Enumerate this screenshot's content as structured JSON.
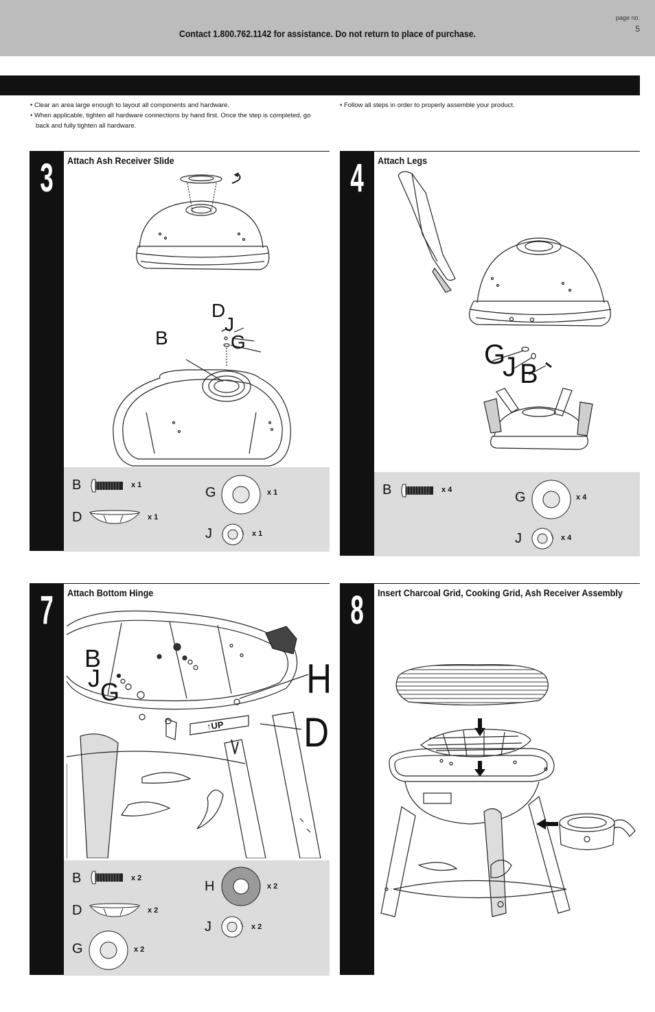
{
  "header": {
    "contact": "Contact 1.800.762.1142 for assistance. Do not return to place of purchase.",
    "page_label": "page no.",
    "page_number": "5"
  },
  "notes": {
    "left": [
      "• Clear an area large enough to layout all components and hardware.",
      "• When applicable, tighten all hardware connections by hand first. Once the step is completed, go back and fully tighten all hardware."
    ],
    "right": [
      "• Follow all steps in order to properly assemble your product."
    ]
  },
  "steps": {
    "s3": {
      "number": "3",
      "title": "Attach Ash Receiver Slide",
      "labels": [
        "D",
        "J",
        "B",
        "G"
      ],
      "hardware": [
        {
          "letter": "B",
          "qty": "x 1"
        },
        {
          "letter": "D",
          "qty": "x 1"
        },
        {
          "letter": "G",
          "qty": "x 1"
        },
        {
          "letter": "J",
          "qty": "x 1"
        }
      ]
    },
    "s4": {
      "number": "4",
      "title": "Attach Legs",
      "labels": [
        "G",
        "J",
        "B"
      ],
      "hardware": [
        {
          "letter": "B",
          "qty": "x 4"
        },
        {
          "letter": "G",
          "qty": "x 4"
        },
        {
          "letter": "J",
          "qty": "x 4"
        }
      ]
    },
    "s7": {
      "number": "7",
      "title": "Attach Bottom Hinge",
      "labels": [
        "B",
        "J",
        "G",
        "H",
        "D"
      ],
      "stamp": "↑UP",
      "hardware": [
        {
          "letter": "B",
          "qty": "x 2"
        },
        {
          "letter": "D",
          "qty": "x 2"
        },
        {
          "letter": "G",
          "qty": "x 2"
        },
        {
          "letter": "H",
          "qty": "x 2"
        },
        {
          "letter": "J",
          "qty": "x 2"
        }
      ]
    },
    "s8": {
      "number": "8",
      "title": "Insert Charcoal Grid, Cooking Grid, Ash Receiver Assembly"
    }
  }
}
